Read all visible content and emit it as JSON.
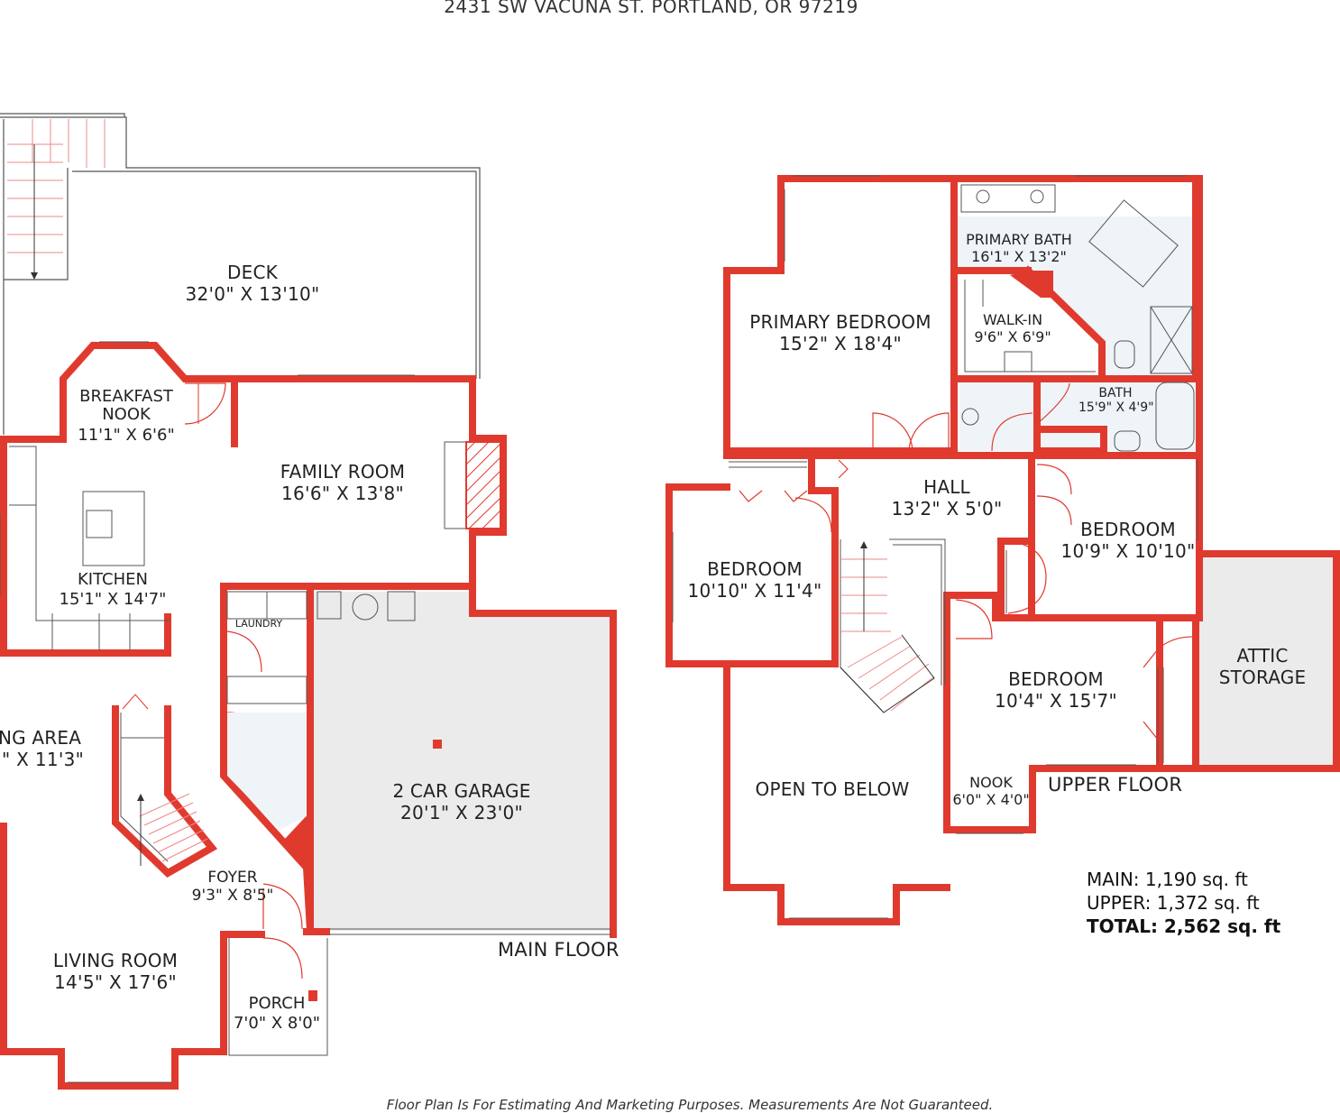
{
  "address": "2431 SW VACUNA ST. PORTLAND, OR 97219",
  "disclaimer": "Floor Plan Is For Estimating And Marketing Purposes. Measurements Are Not Guaranteed.",
  "colors": {
    "wall": "#e03a2f",
    "thin_line": "#555555",
    "garage_fill": "#ebebeb",
    "text": "#222222"
  },
  "main_floor": {
    "label": "MAIN FLOOR",
    "rooms": {
      "deck": {
        "name": "DECK",
        "dims": "32'0\" X 13'10\""
      },
      "breakfast_nook": {
        "name_line1": "BREAKFAST",
        "name_line2": "NOOK",
        "dims": "11'1\" X 6'6\""
      },
      "family_room": {
        "name": "FAMILY ROOM",
        "dims": "16'6\" X 13'8\""
      },
      "kitchen": {
        "name": "KITCHEN",
        "dims": "15'1\" X 14'7\""
      },
      "laundry": {
        "name": "LAUNDRY"
      },
      "dining_area": {
        "name": "NG AREA",
        "dims": "\" X 11'3\""
      },
      "garage": {
        "name": "2 CAR GARAGE",
        "dims": "20'1\" X 23'0\""
      },
      "foyer": {
        "name": "FOYER",
        "dims": "9'3\" X 8'5\""
      },
      "living_room": {
        "name": "LIVING ROOM",
        "dims": "14'5\" X 17'6\""
      },
      "porch": {
        "name": "PORCH",
        "dims": "7'0\" X 8'0\""
      }
    }
  },
  "upper_floor": {
    "label": "UPPER FLOOR",
    "rooms": {
      "primary_bath": {
        "name": "PRIMARY BATH",
        "dims": "16'1\" X 13'2\""
      },
      "primary_bedroom": {
        "name": "PRIMARY BEDROOM",
        "dims": "15'2\" X 18'4\""
      },
      "walk_in": {
        "name": "WALK-IN",
        "dims": "9'6\" X 6'9\""
      },
      "bath": {
        "name": "BATH",
        "dims": "15'9\" X 4'9\""
      },
      "hall": {
        "name": "HALL",
        "dims": "13'2\" X 5'0\""
      },
      "bedroom_2": {
        "name": "BEDROOM",
        "dims": "10'9\" X 10'10\""
      },
      "bedroom_3": {
        "name": "BEDROOM",
        "dims": "10'10\" X 11'4\""
      },
      "attic_storage": {
        "name_line1": "ATTIC",
        "name_line2": "STORAGE"
      },
      "bedroom_4": {
        "name": "BEDROOM",
        "dims": "10'4\" X 15'7\""
      },
      "open_to_below": {
        "name": "OPEN TO BELOW"
      },
      "nook": {
        "name": "NOOK",
        "dims": "6'0\" X 4'0\""
      }
    }
  },
  "area_summary": {
    "main": "MAIN: 1,190 sq. ft",
    "upper": "UPPER: 1,372 sq. ft",
    "total": "TOTAL: 2,562 sq. ft"
  }
}
